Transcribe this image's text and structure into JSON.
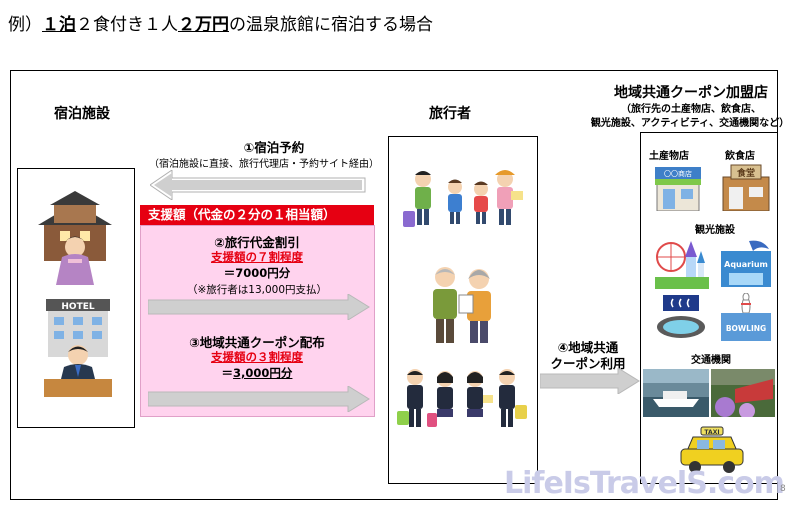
{
  "title": {
    "prefix": "例）",
    "part1": "１泊",
    "part2": "２食付き１人",
    "part3": "２万円",
    "part4": "の温泉旅館に宿泊する場合"
  },
  "accommodation": {
    "label": "宿泊施設",
    "hotel_sign": "HOTEL"
  },
  "traveler": {
    "label": "旅行者"
  },
  "shops": {
    "title": "地域共通クーポン加盟店",
    "subtitle1": "（旅行先の土産物店、飲食店、",
    "subtitle2": "観光施設、アクティビティ、交通機関など）",
    "souvenir_label": "土産物店",
    "souvenir_sign": "〇〇商店",
    "restaurant_label": "飲食店",
    "restaurant_sign": "食堂",
    "tourism_label": "観光施設",
    "aquarium_sign": "Aquarium",
    "bowling_sign": "BOWLING",
    "transport_label": "交通機関",
    "taxi_sign": "TAXI"
  },
  "booking": {
    "title": "①宿泊予約",
    "note": "（宿泊施設に直接、旅行代理店・予約サイト経由）"
  },
  "subsidy": {
    "header": "支援額（代金の２分の１相当額）",
    "discount_title": "②旅行代金割引",
    "discount_rate": "支援額の７割程度",
    "discount_amount": "＝7000円分",
    "discount_note": "（※旅行者は13,000円支払）",
    "coupon_title": "③地域共通クーポン配布",
    "coupon_rate": "支援額の３割程度",
    "coupon_amount_prefix": "＝",
    "coupon_amount": "3,000円分"
  },
  "coupon_use": {
    "line1": "④地域共通",
    "line2": "クーポン利用"
  },
  "watermark": "LifeIsTravelS.com",
  "page_number": "8",
  "colors": {
    "accent_red": "#e60012",
    "pink_panel": "#ffd3ee",
    "arrow_gray": "#cfcfcf"
  }
}
